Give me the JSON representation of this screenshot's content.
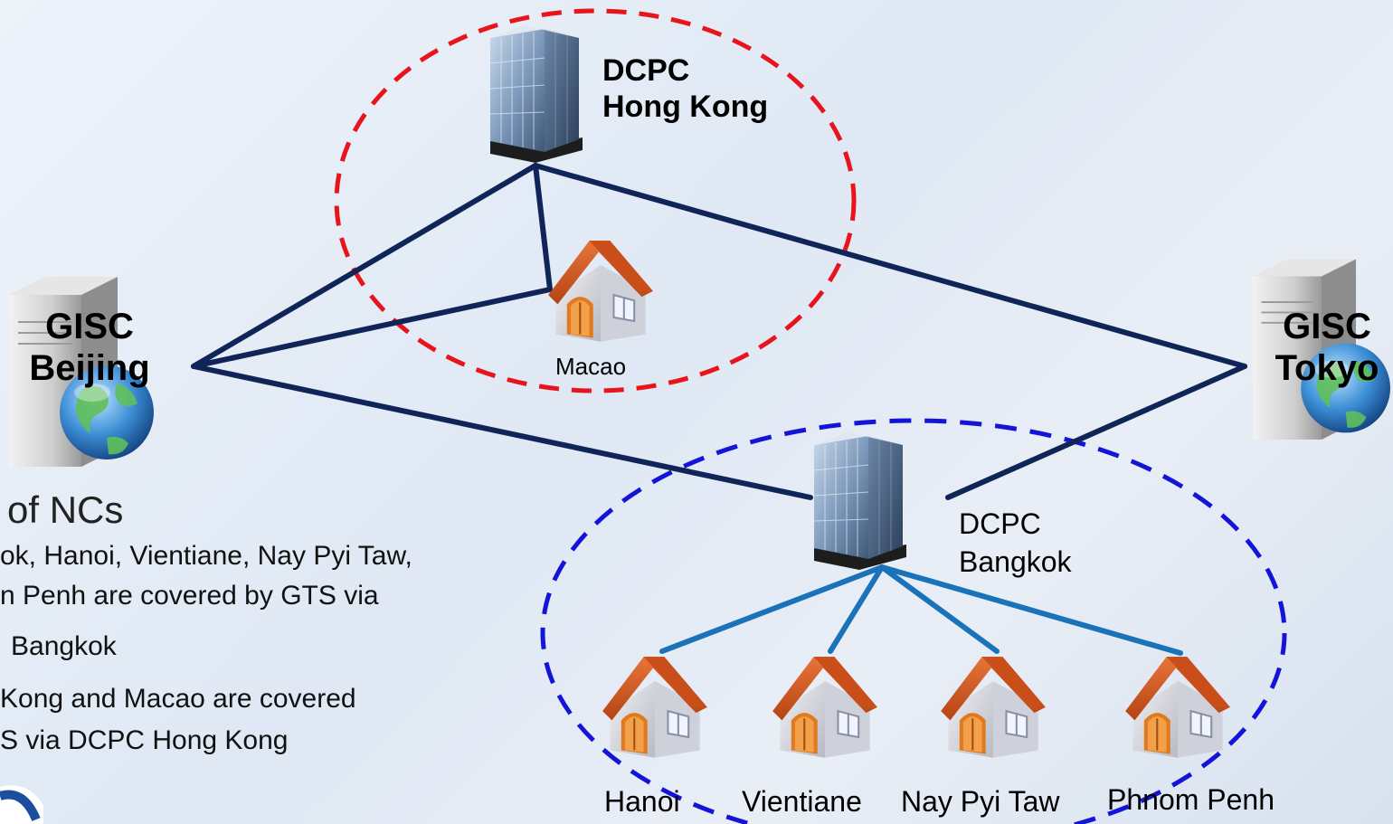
{
  "nodes": {
    "dcpc_hk": {
      "line1": "DCPC",
      "line2": "Hong Kong"
    },
    "gisc_beijing": {
      "line1": "GISC",
      "line2": "Beijing"
    },
    "gisc_tokyo": {
      "line1": "GISC",
      "line2": "Tokyo"
    },
    "macao": "Macao",
    "dcpc_bangkok": {
      "line1": "DCPC",
      "line2": "Bangkok"
    },
    "nc_hanoi": "Hanoi",
    "nc_vientiane": "Vientiane",
    "nc_naypyitaw": "Nay Pyi Taw",
    "nc_phnompenh": "Phnom Penh"
  },
  "text": {
    "heading": "of NCs",
    "para1_line1": "ok, Hanoi, Vientiane, Nay Pyi Taw,",
    "para1_line2": "n Penh are covered by GTS via",
    "para1_line3": "Bangkok",
    "para2_line1": "Kong and Macao are covered",
    "para2_line2": "S via DCPC Hong Kong"
  },
  "colors": {
    "main_link": "#0f2557",
    "nc_link": "#1a73b8",
    "hk_region": "#e8141c",
    "bkk_region": "#1414d8",
    "roof": "#d2581e",
    "door": "#e07a1e"
  }
}
